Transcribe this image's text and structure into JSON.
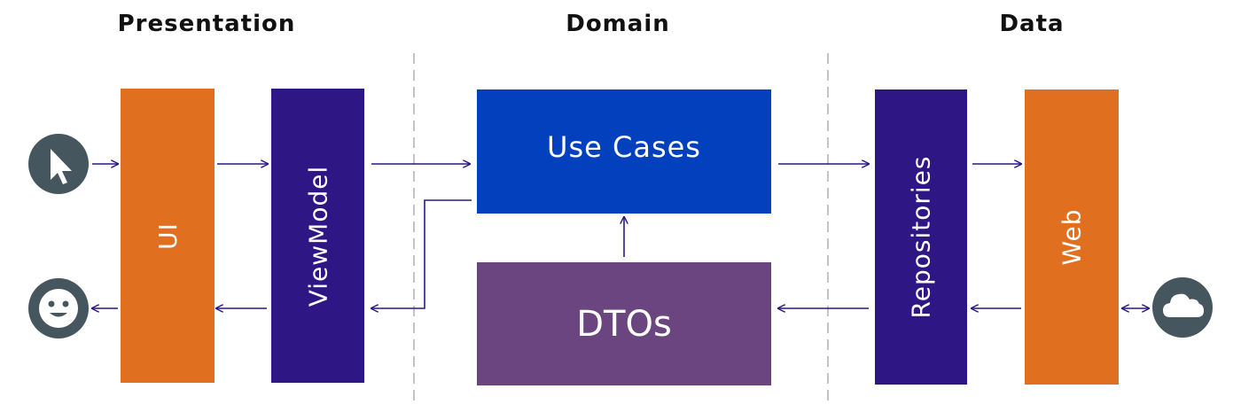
{
  "headings": {
    "presentation": "Presentation",
    "domain": "Domain",
    "data": "Data"
  },
  "boxes": {
    "ui": "UI",
    "viewmodel": "ViewModel",
    "use_cases": "Use Cases",
    "dtos": "DTOs",
    "repositories": "Repositories",
    "web": "Web"
  },
  "icons": {
    "input": "cursor-icon",
    "output": "smiley-icon",
    "remote": "cloud-icon"
  },
  "colors": {
    "orange": "#E07020",
    "indigo": "#2E1785",
    "blue": "#0340BE",
    "purple": "#6B4580",
    "icon_bg": "#46565F",
    "arrow": "#2E1785",
    "divider": "#888888"
  }
}
